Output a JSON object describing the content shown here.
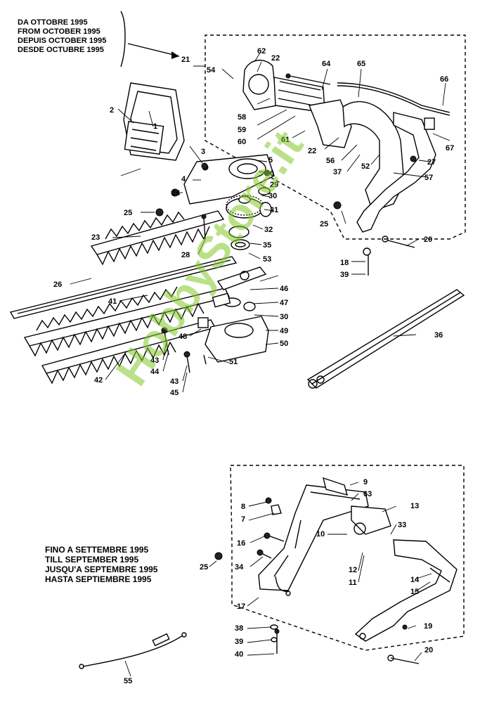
{
  "note_top": [
    "DA OTTOBRE 1995",
    "FROM OCTOBER 1995",
    "DEPUIS OCTOBER 1995",
    "DESDE OCTUBRE 1995"
  ],
  "note_bottom": [
    "FINO A SETTEMBRE 1995",
    "TILL SEPTEMBER 1995",
    "JUSQU'A SEPTEMBRE 1995",
    "HASTA SEPTIEMBRE 1995"
  ],
  "watermark": "HobbyStore.it",
  "part_labels": [
    "1",
    "2",
    "3",
    "4",
    "5",
    "6",
    "7",
    "8",
    "9",
    "10",
    "11",
    "12",
    "13",
    "14",
    "15",
    "16",
    "17",
    "18",
    "19",
    "20",
    "20",
    "21",
    "22",
    "22",
    "23",
    "24",
    "25",
    "25",
    "25",
    "26",
    "27",
    "28",
    "29",
    "30",
    "30",
    "31",
    "32",
    "33",
    "34",
    "35",
    "36",
    "37",
    "38",
    "39",
    "39",
    "40",
    "41",
    "42",
    "43",
    "43",
    "44",
    "45",
    "46",
    "47",
    "48",
    "49",
    "50",
    "51",
    "52",
    "53",
    "54",
    "55",
    "56",
    "57",
    "58",
    "59",
    "60",
    "61",
    "62",
    "63",
    "64",
    "65",
    "66",
    "67"
  ],
  "colors": {
    "line": "#000000",
    "watermark": "#82c828"
  }
}
